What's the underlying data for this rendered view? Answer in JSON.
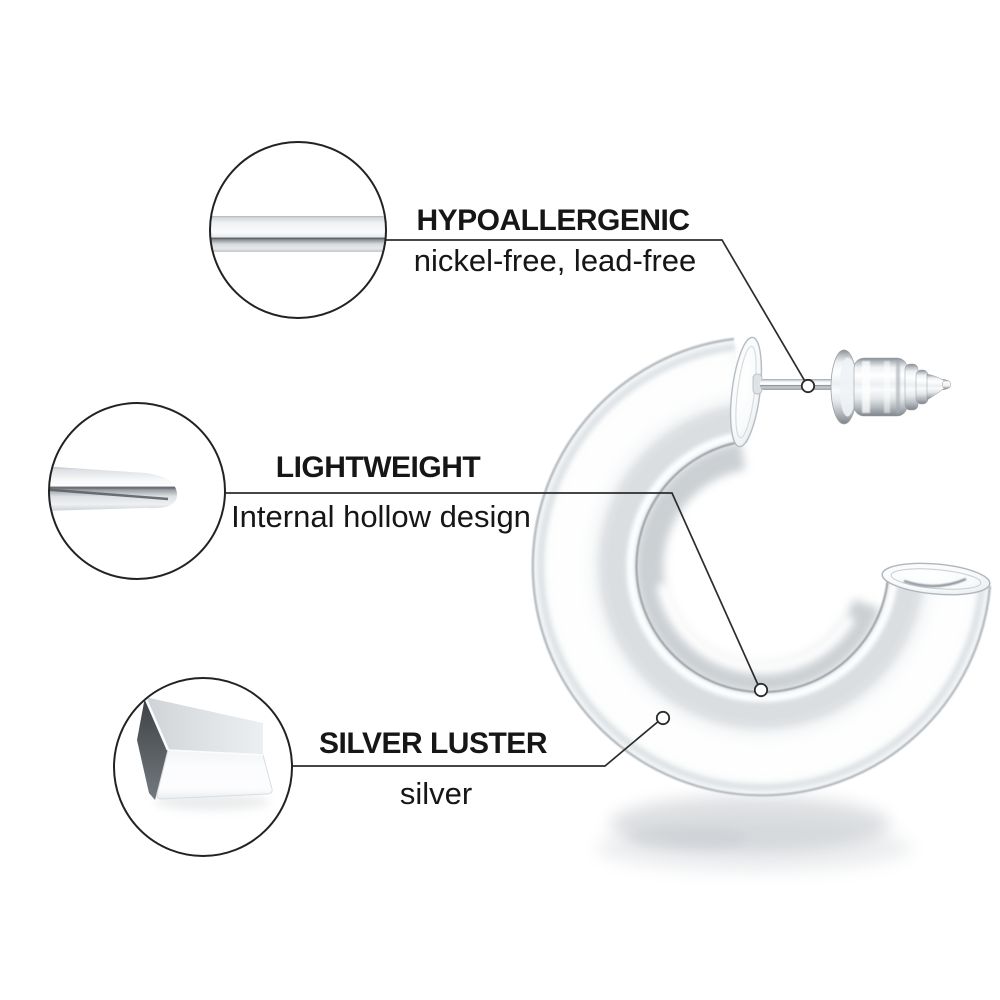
{
  "colors": {
    "background": "#ffffff",
    "text": "#161616",
    "line": "#2c2c2c",
    "circle_stroke": "#222222",
    "silver_light": "#f4f6f7",
    "silver_mid": "#c9ced3",
    "silver_dark": "#82888e"
  },
  "callouts": [
    {
      "id": "hypoallergenic",
      "title": "HYPOALLERGENIC",
      "subtitle": "nickel-free, lead-free",
      "magnifier_icon": "metal-band-closeup"
    },
    {
      "id": "lightweight",
      "title": "LIGHTWEIGHT",
      "subtitle": "Internal hollow design",
      "magnifier_icon": "earring-post-closeup"
    },
    {
      "id": "silver-luster",
      "title": "SILVER LUSTER",
      "subtitle": "silver",
      "magnifier_icon": "beveled-edge-closeup"
    }
  ],
  "product": {
    "illustration": "silver-chunky-open-hoop-earring-with-post-and-butterfly-back"
  }
}
